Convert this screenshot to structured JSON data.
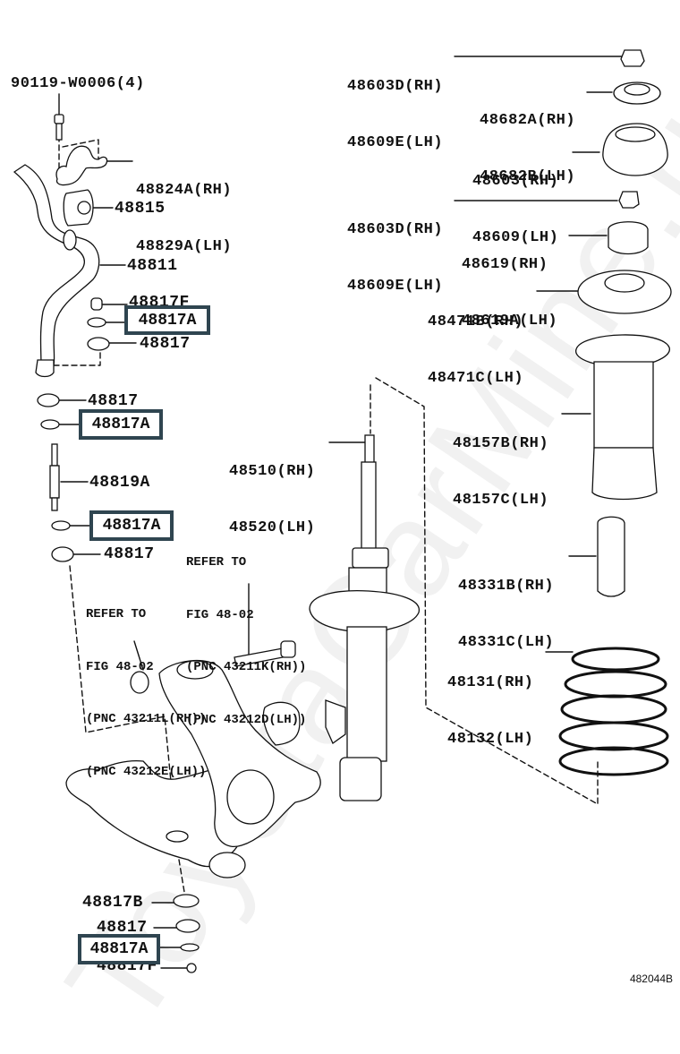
{
  "figure_id": "482044B",
  "watermark": "ToyotaCarMine.ru",
  "highlight_color": "#2f4550",
  "labels": {
    "bolt": "90119-W0006(4)",
    "bracket": [
      "48824A(RH)",
      "48829A(LH)"
    ],
    "bushing": "48815",
    "stabilizer_bar": "48811",
    "upper_48817F": "48817F",
    "upper_48817A": "48817A",
    "upper_48817": "48817",
    "mid_48817": "48817",
    "mid_48817A": "48817A",
    "link": "48819A",
    "low_48817A": "48817A",
    "low_48817": "48817",
    "bot_48817B": "48817B",
    "bot_48817": "48817",
    "bot_48817A": "48817A",
    "bot_48817F": "48817F",
    "top_nut": [
      "48603D(RH)",
      "48609E(LH)"
    ],
    "bearing": [
      "48682A(RH)",
      "48682B(LH)"
    ],
    "support": [
      "48603(RH)",
      "48609(LH)"
    ],
    "nut2": [
      "48603D(RH)",
      "48609E(LH)"
    ],
    "insulator": [
      "48619(RH)",
      "48619A(LH)"
    ],
    "spring_seat": [
      "48471B(RH)",
      "48471C(LH)"
    ],
    "boot": [
      "48157B(RH)",
      "48157C(LH)"
    ],
    "shock": [
      "48510(RH)",
      "48520(LH)"
    ],
    "bump_stop": [
      "48331B(RH)",
      "48331C(LH)"
    ],
    "coil_spring": [
      "48131(RH)",
      "48132(LH)"
    ]
  },
  "notes": {
    "knuckle_ref": [
      "REFER TO",
      "FIG 48-02",
      "(PNC 43211K(RH))",
      "(PNC 43212D(LH))"
    ],
    "nut_ref": [
      "REFER TO",
      "FIG 48-02",
      "(PNC 43211L(RH))",
      "(PNC 43212E(LH))"
    ]
  }
}
